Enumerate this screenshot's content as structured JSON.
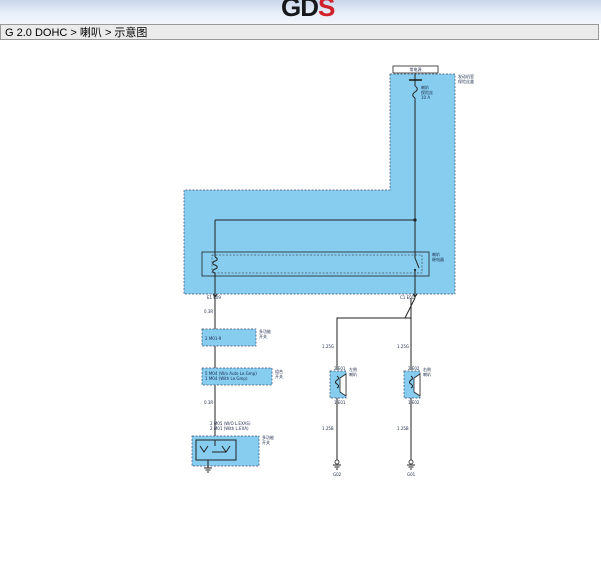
{
  "header": {
    "logo_main": "GD",
    "logo_accent": "S",
    "breadcrumb": "G 2.0 DOHC > 喇叭 > 示意图"
  },
  "colors": {
    "panel_fill": "#86cdef",
    "panel_border": "#3a4a6e",
    "wire": "#222222",
    "logo_accent": "#d2202a"
  },
  "diagram": {
    "power_label": "常电源",
    "fuse_box_label": "发动机室\n保险丝盒",
    "fuse_label": "喇叭\n保险丝\n10 A",
    "relay_label": "喇叭\n继电器",
    "conn_left": "E1  E09",
    "conn_right": "C1  E01",
    "wire_left_1": "0.3R",
    "wire_left_2": "0.3R",
    "wire_right_l": "1.25G",
    "wire_right_r": "1.25G",
    "wire_bot_l": "1.25B",
    "wire_bot_r": "1.25B",
    "clock_spring_label": "多功能\n开关",
    "clock_spring_pin": "2  M01-9",
    "mf_switch_label": "组合\n开关",
    "mf_switch_pins": "5 M04 (W/o Auto Le.Gmp)\n1 M04 (With Le.Gmp)",
    "horn_switch_pins": "2 M05 (W/O L.EXAS)\n2 M01 (With L.EXA)",
    "horn_switch_label": "多功能\n开关",
    "horn_l_label": "左侧\n喇叭",
    "horn_r_label": "右侧\n喇叭",
    "horn_l_pin_top": "2 E01",
    "horn_l_pin_bot": "1 E01",
    "horn_r_pin_top": "2 E02",
    "horn_r_pin_bot": "1 E02",
    "ground_l": "G02",
    "ground_r": "G01"
  }
}
